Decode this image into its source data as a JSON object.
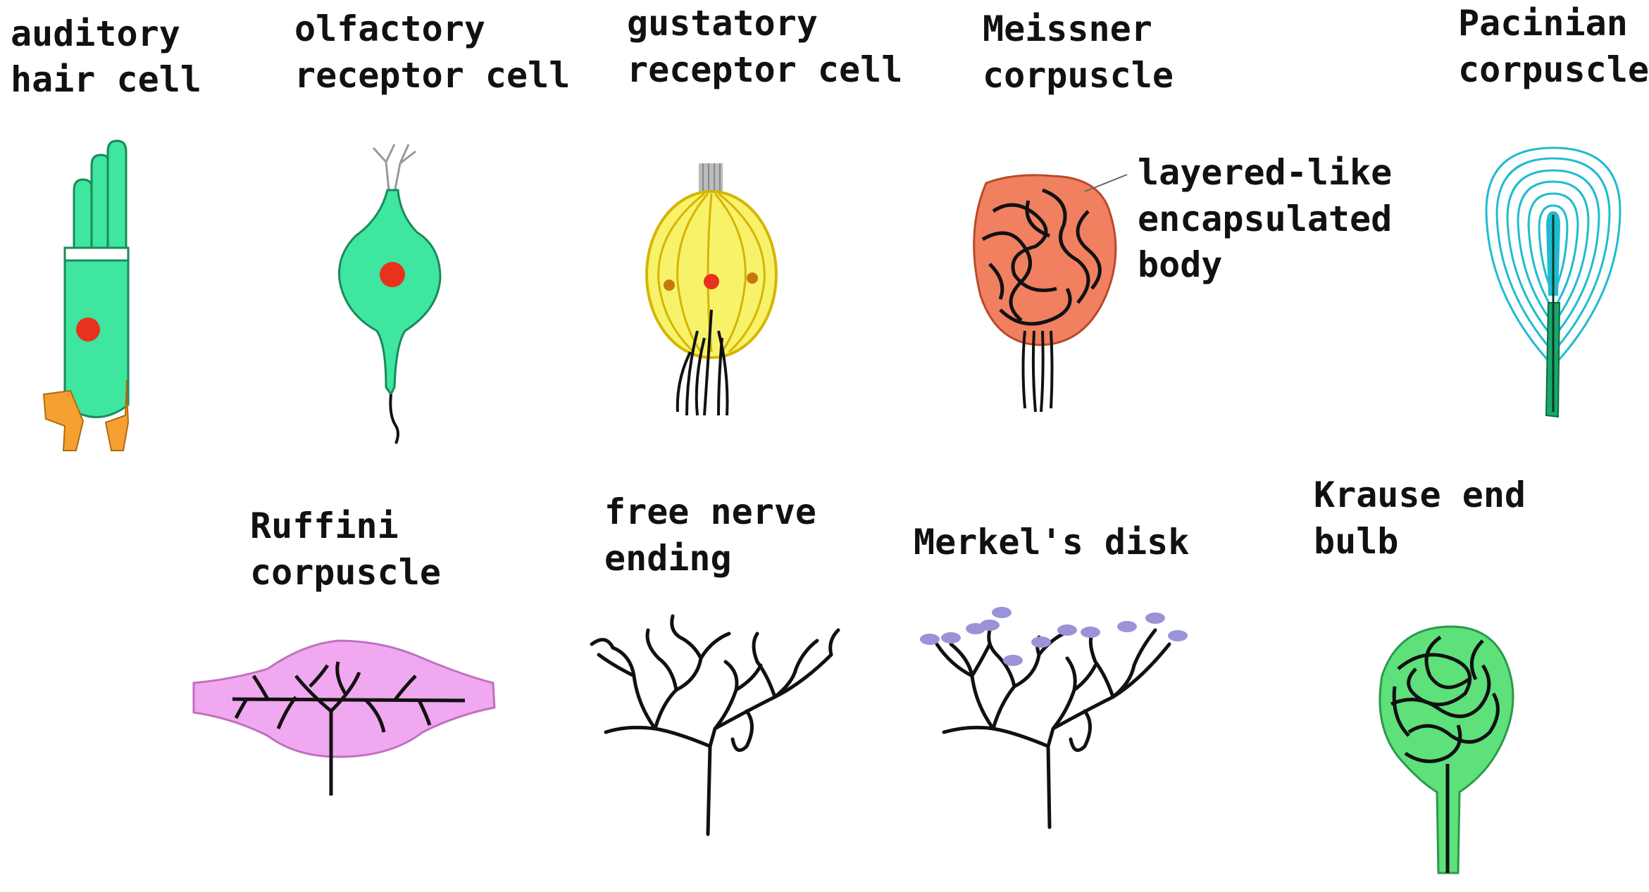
{
  "labels": {
    "auditory_hair_cell": [
      "auditory",
      "hair cell"
    ],
    "olfactory_receptor_cell": [
      "olfactory",
      "receptor cell"
    ],
    "gustatory_receptor_cell": [
      "gustatory",
      "receptor cell"
    ],
    "meissner_corpuscle": [
      "Meissner",
      "corpuscle"
    ],
    "pacinian_corpuscle": [
      "Pacinian",
      "corpuscle"
    ],
    "meissner_callout": [
      "layered-like",
      "encapsulated",
      "body"
    ],
    "ruffini_corpuscle": [
      "Ruffini",
      "corpuscle"
    ],
    "free_nerve_ending": [
      "free nerve",
      "ending"
    ],
    "merkels_disk": [
      "Merkel's disk"
    ],
    "krause_end_bulb": [
      "Krause end",
      "bulb"
    ]
  },
  "colors": {
    "hair_cell_body": "#3ee6a0",
    "support_cells": "#f5a030",
    "nucleus": "#e8321e",
    "olfactory_body": "#3ee6a0",
    "gustatory_fill": "#f7f26a",
    "gustatory_stroke": "#d6b400",
    "meissner_fill": "#f08060",
    "pacinian_ring": "#1fbcd0",
    "pacinian_axon": "#1aa86a",
    "ruffini_fill": "#f0a8f0",
    "merkel_disk": "#9a93d8",
    "krause_fill": "#5ee07a",
    "nerve": "#111111"
  }
}
